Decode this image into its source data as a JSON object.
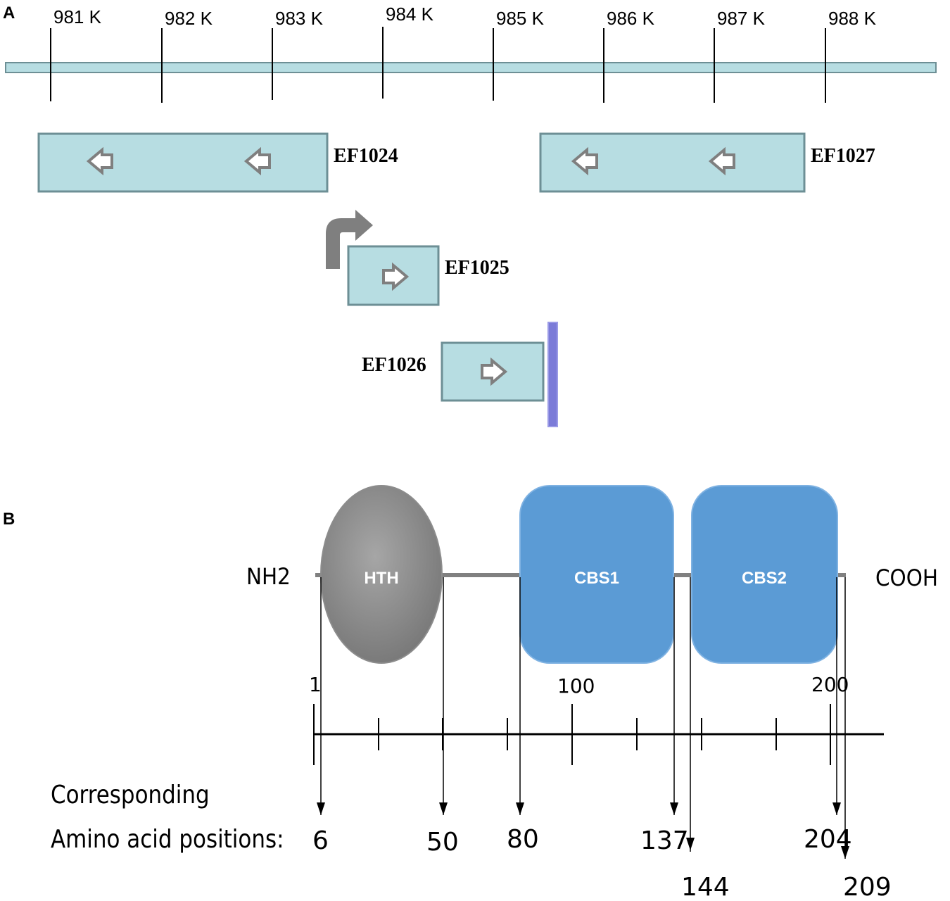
{
  "panel_a": {
    "label": "A",
    "ruler_ticks": [
      "981 K",
      "982 K",
      "983 K",
      "984 K",
      "985 K",
      "986 K",
      "987 K",
      "988 K"
    ],
    "genes": [
      {
        "name": "EF1024",
        "strand": "reverse"
      },
      {
        "name": "EF1025",
        "strand": "forward"
      },
      {
        "name": "EF1026",
        "strand": "forward"
      },
      {
        "name": "EF1027",
        "strand": "reverse"
      }
    ],
    "colors": {
      "gene_fill": "#b7dde2",
      "gene_stroke": "#6d8f95",
      "arrow": "#7f7f7f",
      "terminator": "#7b7bd8"
    }
  },
  "panel_b": {
    "label": "B",
    "n_term": "NH2",
    "c_term": "COOH",
    "domains": [
      {
        "name": "HTH",
        "shape": "circle",
        "color": "#7f7f7f"
      },
      {
        "name": "CBS1",
        "shape": "rounded-rect",
        "color": "#5b9bd5"
      },
      {
        "name": "CBS2",
        "shape": "rounded-rect",
        "color": "#5b9bd5"
      }
    ],
    "scale_labels": [
      "1",
      "100",
      "200"
    ],
    "caption_line1": "Corresponding",
    "caption_line2": "Amino acid positions:",
    "positions": [
      "6",
      "50",
      "80",
      "137",
      "144",
      "204",
      "209"
    ]
  }
}
